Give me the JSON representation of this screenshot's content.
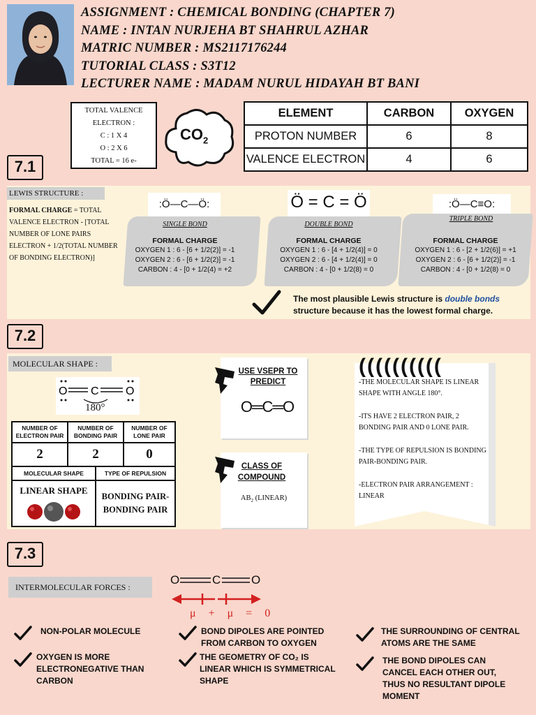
{
  "header": {
    "lines": [
      "ASSIGNMENT : CHEMICAL BONDING (CHAPTER 7)",
      "NAME : INTAN NURJEHA BT SHAHRUL AZHAR",
      "MATRIC NUMBER : MS2117176244",
      "TUTORIAL CLASS : S3T12",
      "LECTURER NAME : MADAM NURUL HIDAYAH BT BANI"
    ]
  },
  "valence_box": {
    "lines": [
      "TOTAL VALENCE",
      "ELECTRON :",
      "C : 1 X 4",
      "O : 2 X 6",
      "TOTAL = 16 e-"
    ]
  },
  "cloud_label": "CO",
  "cloud_sub": "2",
  "element_table": {
    "headers": [
      "ELEMENT",
      "CARBON",
      "OXYGEN"
    ],
    "rows": [
      [
        "PROTON NUMBER",
        "6",
        "8"
      ],
      [
        "VALENCE ELECTRON",
        "4",
        "6"
      ]
    ]
  },
  "sections": {
    "s1": "7.1",
    "s2": "7.2",
    "s3": "7.3"
  },
  "s71": {
    "lewis_label": "LEWIS STRUCTURE :",
    "formal_def_bold": "FORMAL CHARGE",
    "formal_def_rest": " = TOTAL VALENCE ELECTRON - [TOTAL NUMBER OF LONE PAIRS ELECTRON + 1/2(TOTAL NUMBER OF BONDING ELECTRON)]",
    "structures": [
      {
        "caption": "SINGLE BOND",
        "formula": ":Ö—C—Ö:",
        "fc_title": "FORMAL CHARGE",
        "fc_lines": [
          "OXYGEN 1 : 6 - [6 + 1/2(2)] = -1",
          "OXYGEN 2 : 6 - [6 + 1/2(2)] = -1",
          "CARBON : 4 - [0 + 1/2(4) = +2"
        ]
      },
      {
        "caption": "DOUBLE BOND",
        "formula": "Ö = C = Ö",
        "fc_title": "FORMAL CHARGE",
        "fc_lines": [
          "OXYGEN 1 : 6 - [4 + 1/2(4)] = 0",
          "OXYGEN 2 : 6 - [4 + 1/2(4)] = 0",
          "CARBON : 4 - [0 + 1/2(8) = 0"
        ]
      },
      {
        "caption": "TRIPLE BOND",
        "formula": ":Ö—C≡O:",
        "fc_title": "FORMAL CHARGE",
        "fc_lines": [
          "OXYGEN 1 : 6 - [2 + 1/2(6)] = +1",
          "OXYGEN 2 : 6 - [6 + 1/2(2)] = -1",
          "CARBON : 4 - [0 + 1/2(8) = 0"
        ]
      }
    ],
    "conclusion_pre": "The most plausible Lewis structure is ",
    "conclusion_em": "double bonds",
    "conclusion_post": "structure because it has the lowest formal charge."
  },
  "s72": {
    "shape_label": "MOLECULAR SHAPE :",
    "angle": "180°",
    "table_headers": [
      "NUMBER OF ELECTRON PAIR",
      "NUMBER OF BONDING PAIR",
      "NUMBER OF LONE PAIR"
    ],
    "table_values": [
      "2",
      "2",
      "0"
    ],
    "table_headers2": [
      "MOLECULAR SHAPE",
      "TYPE OF REPULSION"
    ],
    "shape_value": "LINEAR SHAPE",
    "repulsion_value": "BONDING PAIR-BONDING PAIR",
    "vsepr_title": "USE VSEPR TO PREDICT",
    "vsepr_formula": "O═C═O",
    "class_title": "CLASS OF COMPOUND",
    "class_value_pre": "AB",
    "class_value_sub": "2",
    "class_value_post": " (LINEAR)",
    "notes": [
      "-THE MOLECULAR SHAPE IS LINEAR SHAPE WITH ANGLE 180°.",
      "-ITS HAVE 2 ELECTRON PAIR, 2 BONDING PAIR AND 0 LONE PAIR.",
      "-THE TYPE OF REPULSION IS BONDING PAIR-BONDING PAIR.",
      "-ELECTRON PAIR ARRANGEMENT : LINEAR"
    ]
  },
  "s73": {
    "label": "INTERMOLECULAR FORCES :",
    "formula_o1": "O",
    "formula_c": "C",
    "formula_o2": "O",
    "mu_eq": "μ + μ = 0",
    "checks": [
      "NON-POLAR MOLECULE",
      "OXYGEN IS MORE ELECTRONEGATIVE THAN CARBON",
      "BOND DIPOLES ARE POINTED FROM CARBON TO OXYGEN",
      "THE GEOMETRY OF CO₂ IS LINEAR WHICH IS SYMMETRICAL SHAPE",
      "THE SURROUNDING OF CENTRAL ATOMS ARE THE SAME",
      "THE BOND DIPOLES CAN CANCEL EACH OTHER OUT, THUS NO RESULTANT DIPOLE MOMENT"
    ]
  },
  "colors": {
    "background": "#f9d7cc",
    "panel": "#fdf3da",
    "arrow_red": "#d32020",
    "em_blue": "#1f4fa0"
  }
}
